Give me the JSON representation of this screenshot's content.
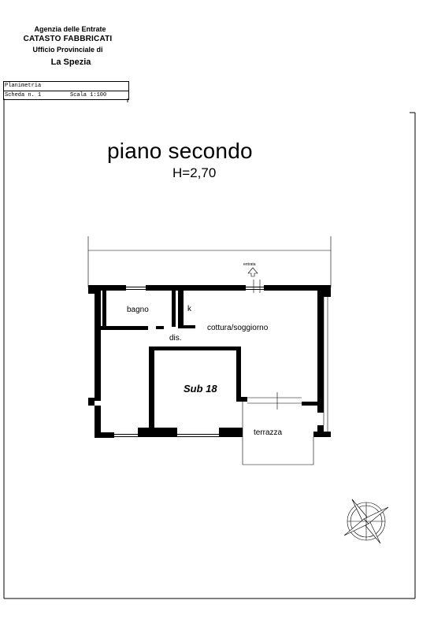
{
  "header": {
    "agency": "Agenzia delle Entrate",
    "department": "CATASTO FABBRICATI",
    "office": "Ufficio Provinciale di",
    "city": "La Spezia"
  },
  "info_box": {
    "doc_type": "Planimetria",
    "sheet": "Scheda n. 1",
    "scale": "Scala 1:100"
  },
  "plan": {
    "title": "piano secondo",
    "height": "H=2,70",
    "unit": "Sub 18",
    "entrance": "entrata",
    "rooms": {
      "bagno": "bagno",
      "kitchen": "k",
      "living": "cottura/soggiorno",
      "hall": "dis.",
      "terrace": "terrazza"
    }
  }
}
